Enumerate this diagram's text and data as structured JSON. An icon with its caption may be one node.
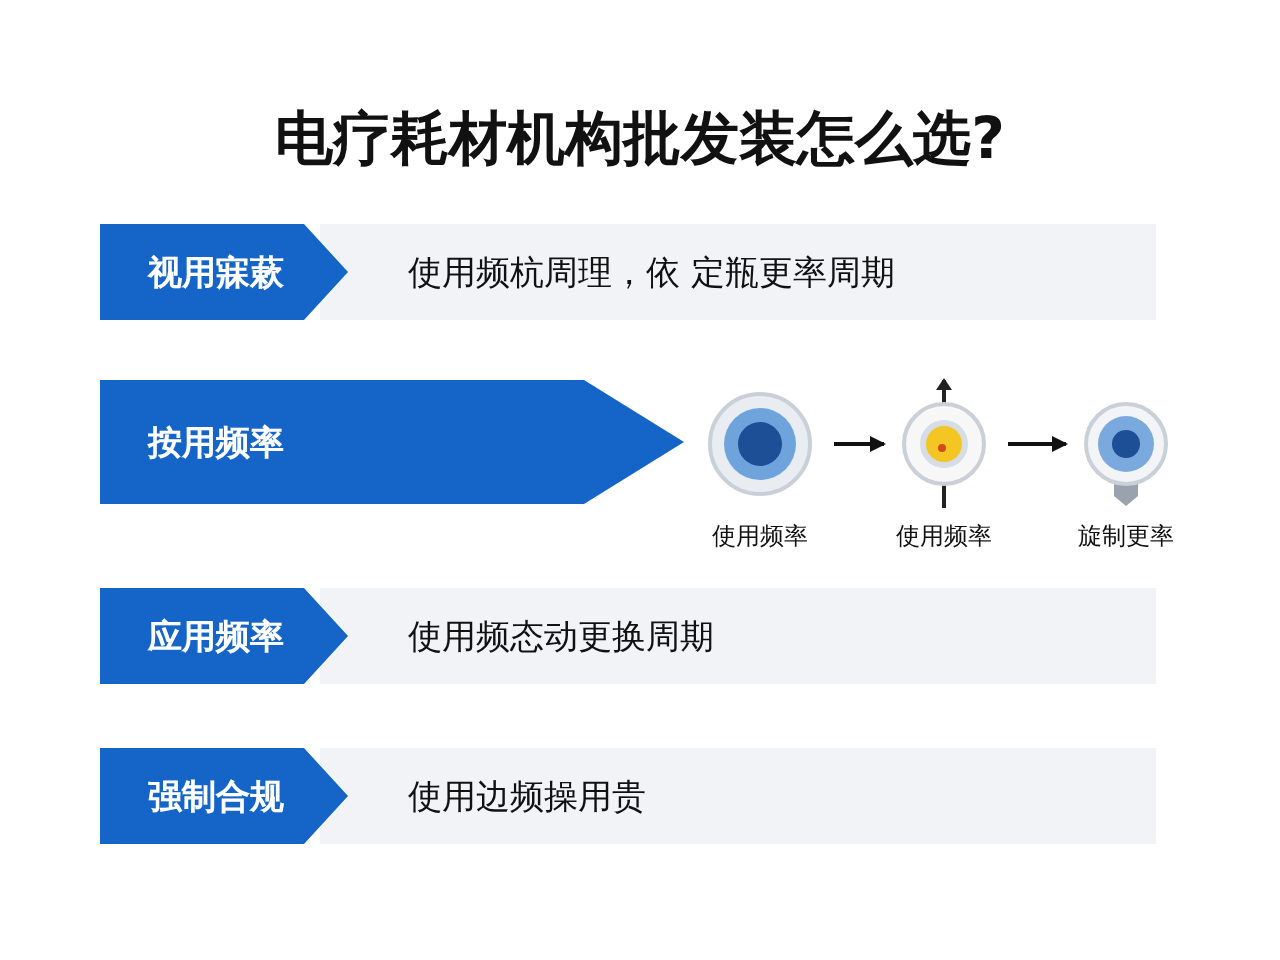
{
  "diagram": {
    "title": "电疗耗材机构批发装怎么选?",
    "nodes": [
      {
        "text": [
          "视用寐蔌"
        ]
      },
      {
        "text": [
          "使用频杭周理，依 定瓶更率周期"
        ]
      },
      {
        "text": [
          "按用频率"
        ]
      },
      {
        "text": [],
        "shape": "circle",
        "beside": [
          "使用频率"
        ]
      },
      {
        "text": [],
        "shape": "circle",
        "beside": [
          "使用频率"
        ]
      },
      {
        "text": [],
        "shape": "bulb",
        "beside": [
          "旋制更率"
        ]
      },
      {
        "text": [
          "应用频率"
        ]
      },
      {
        "text": [
          "使用频态动更换周期"
        ]
      },
      {
        "text": [
          "强制合规"
        ]
      },
      {
        "text": [
          "使用边频操用贵"
        ]
      }
    ],
    "edges": [
      {
        "from": 3,
        "to": 4,
        "arrow": "to"
      },
      {
        "from": 4,
        "to": 5,
        "arrow": "to"
      }
    ]
  }
}
